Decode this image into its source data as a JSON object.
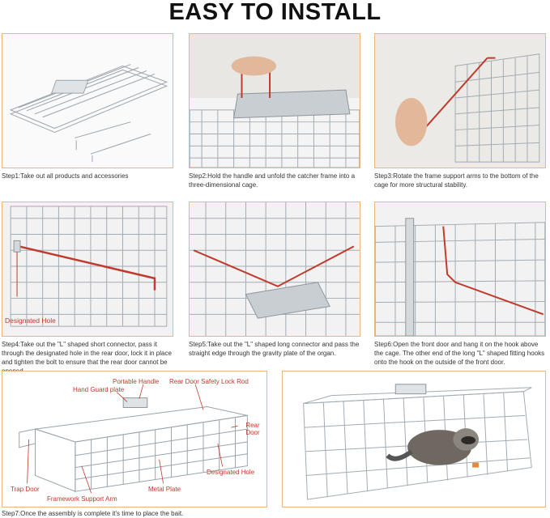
{
  "title": "EASY TO INSTALL",
  "steps": [
    {
      "caption": "Step1:Take out all products and accessories"
    },
    {
      "caption": "Step2:Hold the handle and unfold the catcher frame into a three-dimensional cage."
    },
    {
      "caption": "Step3:Rotate the frame support arms to the bottom of the cage for more structural stability."
    },
    {
      "caption": "Step4:Take out  the \"L\" shaped short connector, pass it through the designated hole in the rear door, lock it in place and tighten the bolt to ensure that the rear door cannot be opened."
    },
    {
      "caption": "Step5:Take out   the \"L\" shaped long connector and pass the straight edge through the gravity plate of the organ."
    },
    {
      "caption": "Step6:Open the front door and hang it on the hook above the cage. The other end of the long \"L\" shaped fitting hooks onto the hook on the outside of the front door."
    },
    {
      "caption": "Step7:Once the assembly is complete it's time to place the bait."
    }
  ],
  "step4_label": "Designated Hole",
  "diagram_labels": {
    "portable_handle": "Portable Handle",
    "hand_guard_plate": "Hand Guard plate",
    "rear_door_lock_rod": "Rear Door Safety Lock Rod",
    "rear_door": "Rear Door",
    "designated_hole": "Designated Hole",
    "trap_door": "Trap Door",
    "framework_support_arm": "Framework Support Arm",
    "metal_plate": "Metal Plate"
  },
  "colors": {
    "accent": "#c0392b",
    "border": "#e8b77c",
    "wire": "#9aa3ab"
  }
}
